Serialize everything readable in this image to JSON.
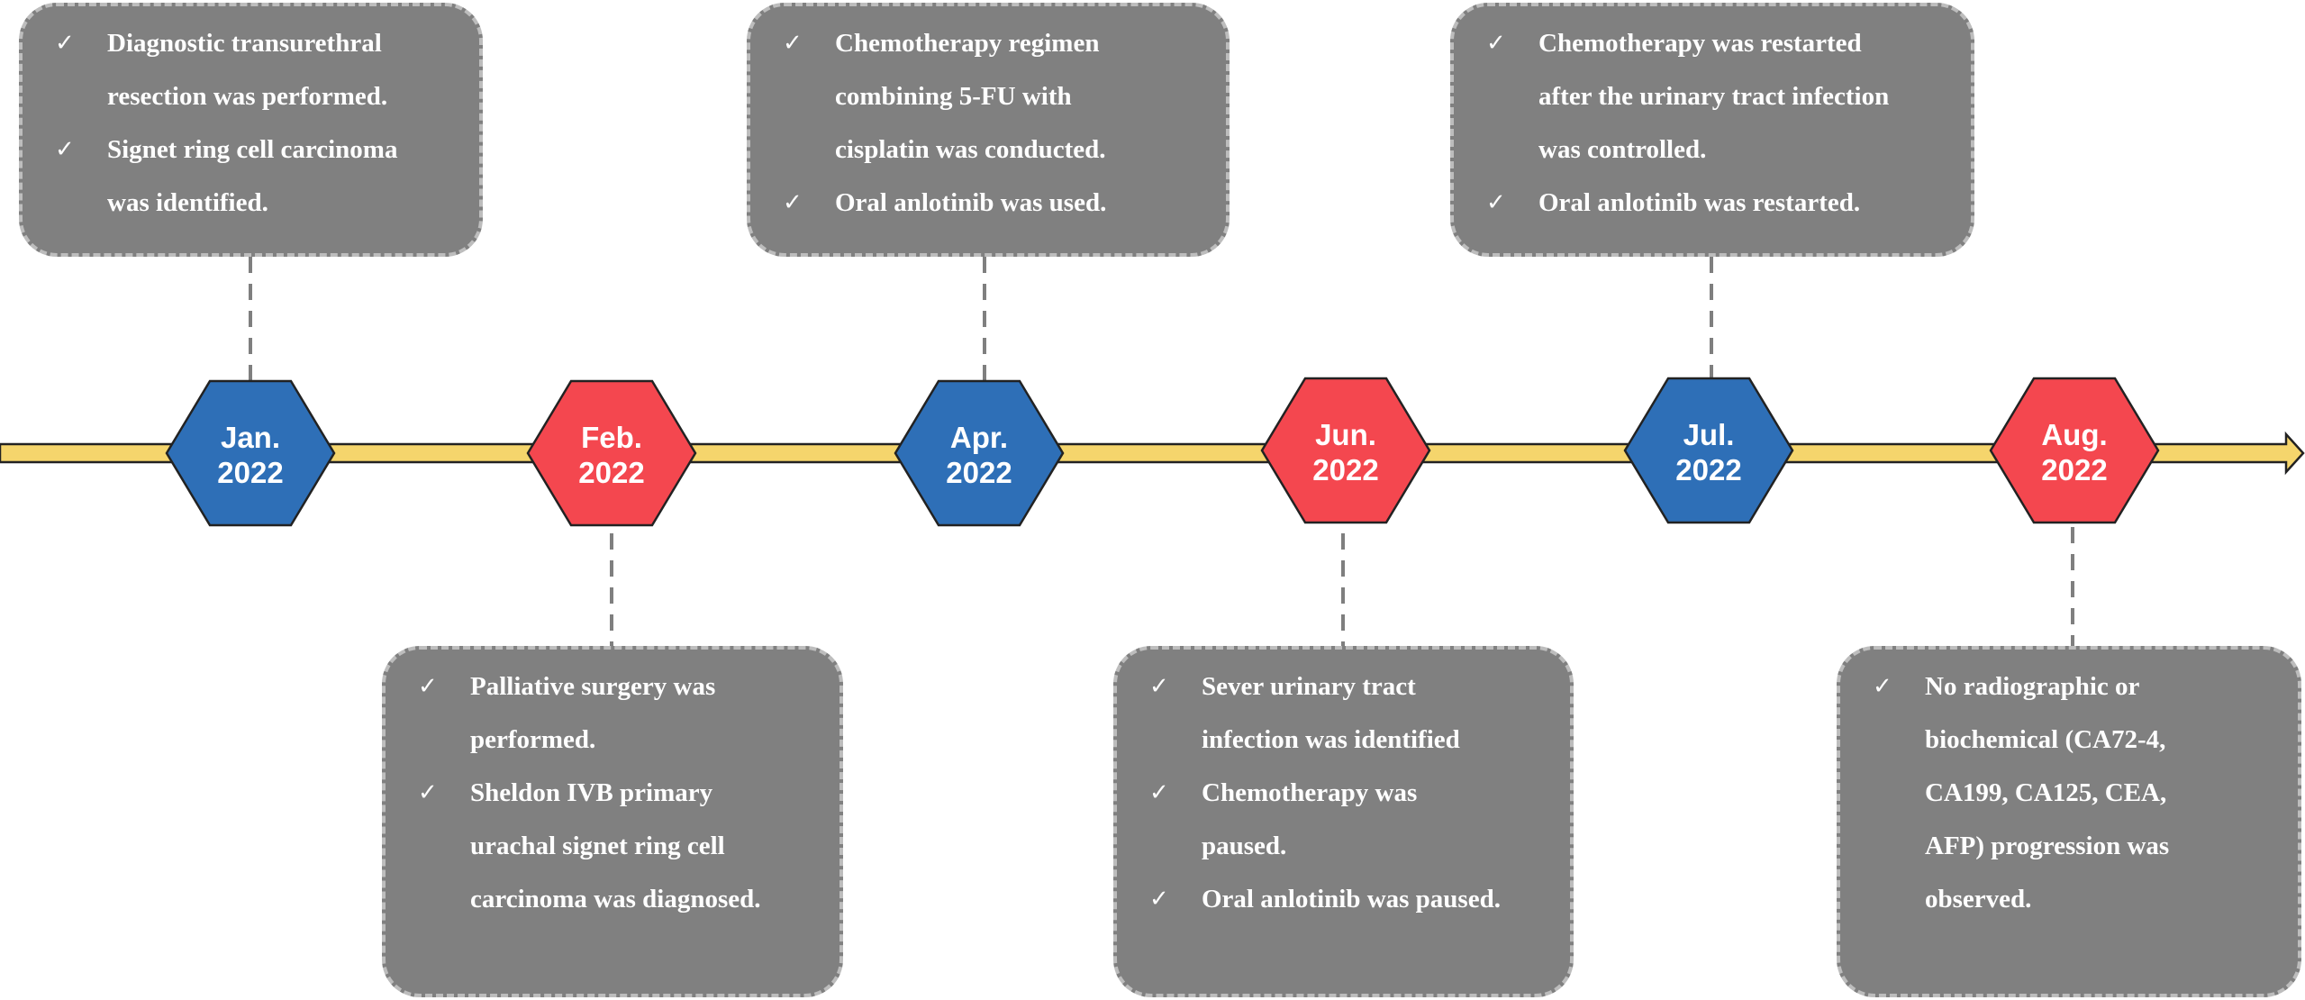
{
  "colors": {
    "blue": "#2e6fb7",
    "red": "#f4474f",
    "arrow": "#f5d56c",
    "box": "#808080",
    "box_border": "#bdbdbd",
    "connector": "#7f7f7f",
    "outline": "#222222"
  },
  "milestones": [
    {
      "month": "Jan.",
      "year": "2022",
      "color": "blue"
    },
    {
      "month": "Feb.",
      "year": "2022",
      "color": "red"
    },
    {
      "month": "Apr.",
      "year": "2022",
      "color": "blue"
    },
    {
      "month": "Jun.",
      "year": "2022",
      "color": "red"
    },
    {
      "month": "Jul.",
      "year": "2022",
      "color": "blue"
    },
    {
      "month": "Aug.",
      "year": "2022",
      "color": "red"
    }
  ],
  "events": {
    "jan": [
      "Diagnostic transurethral\nresection was performed.",
      "Signet ring cell carcinoma\nwas identified."
    ],
    "feb": [
      "Palliative surgery was\nperformed.",
      "Sheldon IVB primary\nurachal signet ring cell\ncarcinoma was diagnosed."
    ],
    "apr": [
      "Chemotherapy regimen\ncombining 5-FU with\ncisplatin was conducted.",
      "Oral anlotinib was used."
    ],
    "jun": [
      "Sever urinary tract\ninfection was identified",
      "Chemotherapy was\npaused.",
      "Oral anlotinib was paused."
    ],
    "jul": [
      "Chemotherapy was restarted\nafter the urinary tract infection\nwas controlled.",
      " Oral anlotinib was restarted."
    ],
    "aug": [
      "No radiographic or\nbiochemical (CA72-4,\nCA199, CA125, CEA,\nAFP) progression was\nobserved."
    ]
  },
  "check_glyph": "✓"
}
